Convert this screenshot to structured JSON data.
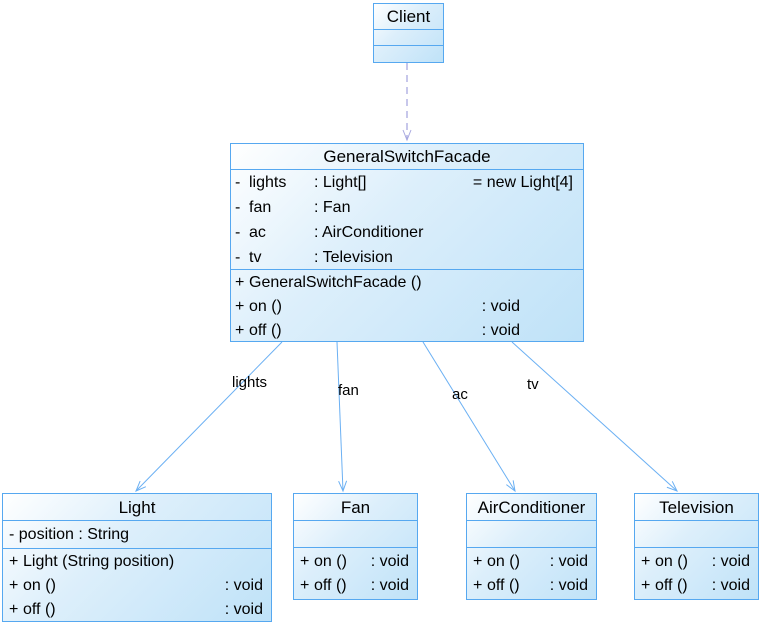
{
  "colors": {
    "box_border": "#56a8f0",
    "box_fill_top": "#ffffff",
    "box_fill_bottom": "#bfe2f8",
    "edge": "#6bb0f3",
    "dependency_edge": "#a9a9e0",
    "text": "#000000"
  },
  "classes": {
    "client": {
      "name": "Client"
    },
    "facade": {
      "name": "GeneralSwitchFacade",
      "attributes": [
        {
          "prefix": "-",
          "name": "lights",
          "type": ": Light[]",
          "init": "= new Light[4]"
        },
        {
          "prefix": "-",
          "name": "fan",
          "type": ": Fan"
        },
        {
          "prefix": "-",
          "name": "ac",
          "type": ": AirConditioner"
        },
        {
          "prefix": "-",
          "name": "tv",
          "type": ": Television"
        }
      ],
      "methods": [
        {
          "prefix": "+",
          "name": "GeneralSwitchFacade ()"
        },
        {
          "prefix": "+",
          "name": "on ()",
          "return": ": void"
        },
        {
          "prefix": "+",
          "name": "off ()",
          "return": ": void"
        }
      ]
    },
    "light": {
      "name": "Light",
      "attributes": [
        "- position : String"
      ],
      "methods": [
        {
          "prefix": "+",
          "name": "Light (String position)"
        },
        {
          "prefix": "+",
          "name": "on ()",
          "return": ": void"
        },
        {
          "prefix": "+",
          "name": "off ()",
          "return": ": void"
        }
      ]
    },
    "fan": {
      "name": "Fan",
      "methods": [
        {
          "prefix": "+",
          "name": "on ()",
          "return": ": void"
        },
        {
          "prefix": "+",
          "name": "off ()",
          "return": ": void"
        }
      ]
    },
    "airconditioner": {
      "name": "AirConditioner",
      "methods": [
        {
          "prefix": "+",
          "name": "on ()",
          "return": ": void"
        },
        {
          "prefix": "+",
          "name": "off ()",
          "return": ": void"
        }
      ]
    },
    "television": {
      "name": "Television",
      "methods": [
        {
          "prefix": "+",
          "name": "on ()",
          "return": ": void"
        },
        {
          "prefix": "+",
          "name": "off ()",
          "return": ": void"
        }
      ]
    }
  },
  "edge_labels": {
    "lights": "lights",
    "fan": "fan",
    "ac": "ac",
    "tv": "tv"
  }
}
